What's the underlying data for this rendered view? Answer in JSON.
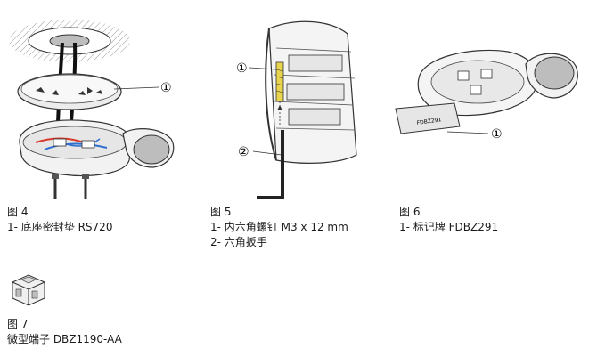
{
  "figures": [
    {
      "title": "图 4",
      "items": [
        "1- 底座密封垫 RS720"
      ],
      "callouts": [
        "①"
      ]
    },
    {
      "title": "图 5",
      "items": [
        "1- 内六角螺钉 M3 x 12 mm",
        "2- 六角扳手"
      ],
      "callouts": [
        "①",
        "②"
      ]
    },
    {
      "title": "图 6",
      "items": [
        "1- 标记牌 FDBZ291"
      ],
      "callouts": [
        "①"
      ],
      "plate_text": "FDBZ291"
    },
    {
      "title": "图 7",
      "items": [
        "微型端子 DBZ1190-AA"
      ]
    }
  ],
  "colors": {
    "line": "#333333",
    "wire_red": "#d93a2b",
    "wire_blue": "#2f6fd0",
    "hatch": "#9a9a9a",
    "shade": "#e6e6e6"
  }
}
